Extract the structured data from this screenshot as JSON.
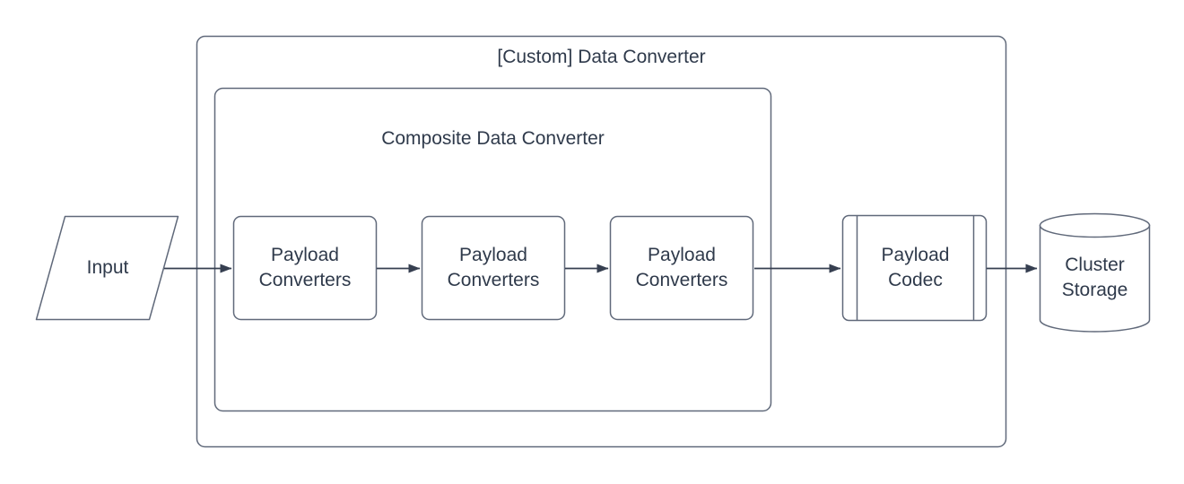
{
  "colors": {
    "bg": "#ffffff",
    "stroke": "#60697a",
    "arrow": "#363f50",
    "text": "#2f3a4b"
  },
  "diagram": {
    "outer_group": {
      "title": "[Custom] Data Converter"
    },
    "inner_group": {
      "title": "Composite Data Converter"
    },
    "nodes": {
      "input": {
        "label": "Input",
        "shape": "parallelogram"
      },
      "payload_converter_1": {
        "label": "Payload Converters",
        "shape": "rounded-rect"
      },
      "payload_converter_2": {
        "label": "Payload Converters",
        "shape": "rounded-rect"
      },
      "payload_converter_3": {
        "label": "Payload Converters",
        "shape": "predefined-process-rect"
      },
      "payload_codec": {
        "label": "Payload Codec",
        "shape": "predefined-process"
      },
      "cluster_storage": {
        "label": "Cluster Storage",
        "shape": "cylinder"
      }
    },
    "edges": [
      {
        "from": "input",
        "to": "payload_converter_1"
      },
      {
        "from": "payload_converter_1",
        "to": "payload_converter_2"
      },
      {
        "from": "payload_converter_2",
        "to": "payload_converter_3"
      },
      {
        "from": "payload_converter_3",
        "to": "payload_codec"
      },
      {
        "from": "payload_codec",
        "to": "cluster_storage"
      }
    ]
  }
}
